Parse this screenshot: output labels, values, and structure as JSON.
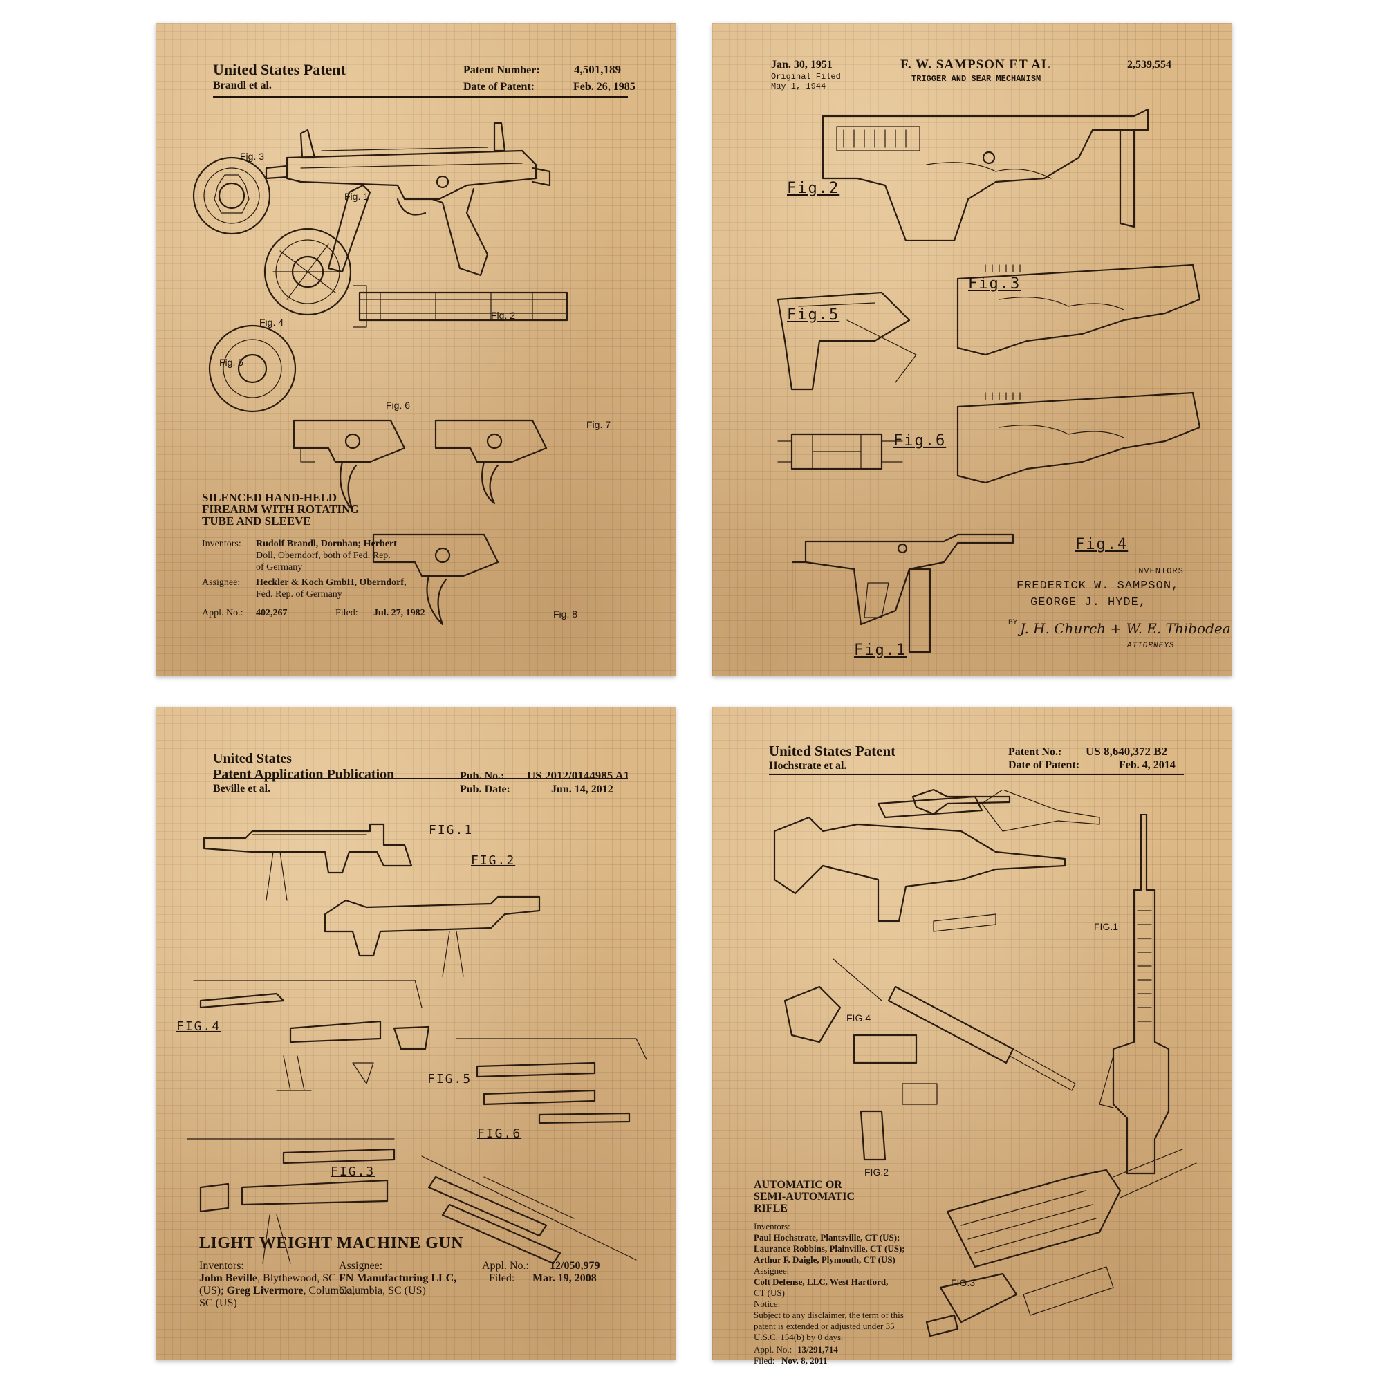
{
  "poster1": {
    "header": "United States Patent",
    "inventor_short": "Brandl et al.",
    "patent_number_label": "Patent Number:",
    "patent_number": "4,501,189",
    "date_label": "Date of Patent:",
    "date": "Feb. 26, 1985",
    "title_lines": [
      "SILENCED HAND-HELD",
      "FIREARM WITH ROTATING",
      "TUBE AND SLEEVE"
    ],
    "inventors_label": "Inventors:",
    "inventors_lines": [
      "Rudolf Brandl, Dornhan; Herbert",
      "Doll, Oberndorf, both of Fed. Rep.",
      "of Germany"
    ],
    "assignee_label": "Assignee:",
    "assignee_lines": [
      "Heckler & Koch GmbH, Oberndorf,",
      "Fed. Rep. of Germany"
    ],
    "appl_label": "Appl. No.:",
    "appl_no": "402,267",
    "filed_label": "Filed:",
    "filed": "Jul. 27, 1982",
    "figs": [
      "Fig. 1",
      "Fig. 2",
      "Fig. 3",
      "Fig. 4",
      "Fig. 5",
      "Fig. 6",
      "Fig. 7",
      "Fig. 8"
    ]
  },
  "poster2": {
    "date": "Jan. 30, 1951",
    "original_filed_lines": [
      "Original Filed",
      "May 1, 1944"
    ],
    "author": "F. W. SAMPSON  ET AL",
    "number": "2,539,554",
    "subtitle": "TRIGGER AND SEAR MECHANISM",
    "figs": [
      "Fig.1",
      "Fig.2",
      "Fig.3",
      "Fig.4",
      "Fig.5",
      "Fig.6"
    ],
    "inventors_label": "INVENTORS",
    "inventor_lines": [
      "FREDERICK W. SAMPSON,",
      "GEORGE J. HYDE,"
    ],
    "by": "BY",
    "attorney_signature": "J. H. Church + W. E. Thibodeau",
    "attorneys_label": "ATTORNEYS"
  },
  "poster3": {
    "header_line1": "United States",
    "header_line2": "Patent Application Publication",
    "inventor_short": "Beville et al.",
    "pub_no_label": "Pub. No.:",
    "pub_no": "US 2012/0144985 A1",
    "pub_date_label": "Pub. Date:",
    "pub_date": "Jun. 14, 2012",
    "figs": [
      "FIG.1",
      "FIG.2",
      "FIG.3",
      "FIG.4",
      "FIG.5",
      "FIG.6"
    ],
    "title": "LIGHT WEIGHT MACHINE GUN",
    "inventors_label": "Inventors:",
    "inventors_lines": [
      "John Beville, Blythewood, SC",
      "(US); Greg Livermore, Columbia,",
      "SC (US)"
    ],
    "assignee_label": "Assignee:",
    "assignee_lines": [
      "FN Manufacturing LLC,",
      "Columbia, SC (US)"
    ],
    "appl_label": "Appl. No.:",
    "appl_no": "12/050,979",
    "filed_label": "Filed:",
    "filed": "Mar. 19, 2008"
  },
  "poster4": {
    "header": "United States Patent",
    "inventor_short": "Hochstrate et al.",
    "patent_no_label": "Patent No.:",
    "patent_no": "US 8,640,372 B2",
    "date_label": "Date of Patent:",
    "date": "Feb. 4, 2014",
    "figs": [
      "FIG.1",
      "FIG.2",
      "FIG.3",
      "FIG.4"
    ],
    "title_lines": [
      "AUTOMATIC OR",
      "SEMI-AUTOMATIC",
      "RIFLE"
    ],
    "inventors_label": "Inventors:",
    "inventors_lines": [
      "Paul Hochstrate, Plantsville, CT (US);",
      "Laurance Robbins, Plainville, CT (US);",
      "Arthur F. Daigle, Plymouth, CT (US)"
    ],
    "assignee_label": "Assignee:",
    "assignee_lines": [
      "Colt Defense, LLC, West Hartford,",
      "CT (US)"
    ],
    "notice_label": "Notice:",
    "notice_lines": [
      "Subject to any disclaimer, the term of this",
      "patent is extended or adjusted under 35",
      "U.S.C. 154(b) by 0 days."
    ],
    "appl_label": "Appl. No.:",
    "appl_no": "13/291,714",
    "filed_label": "Filed:",
    "filed": "Nov. 8, 2011"
  }
}
